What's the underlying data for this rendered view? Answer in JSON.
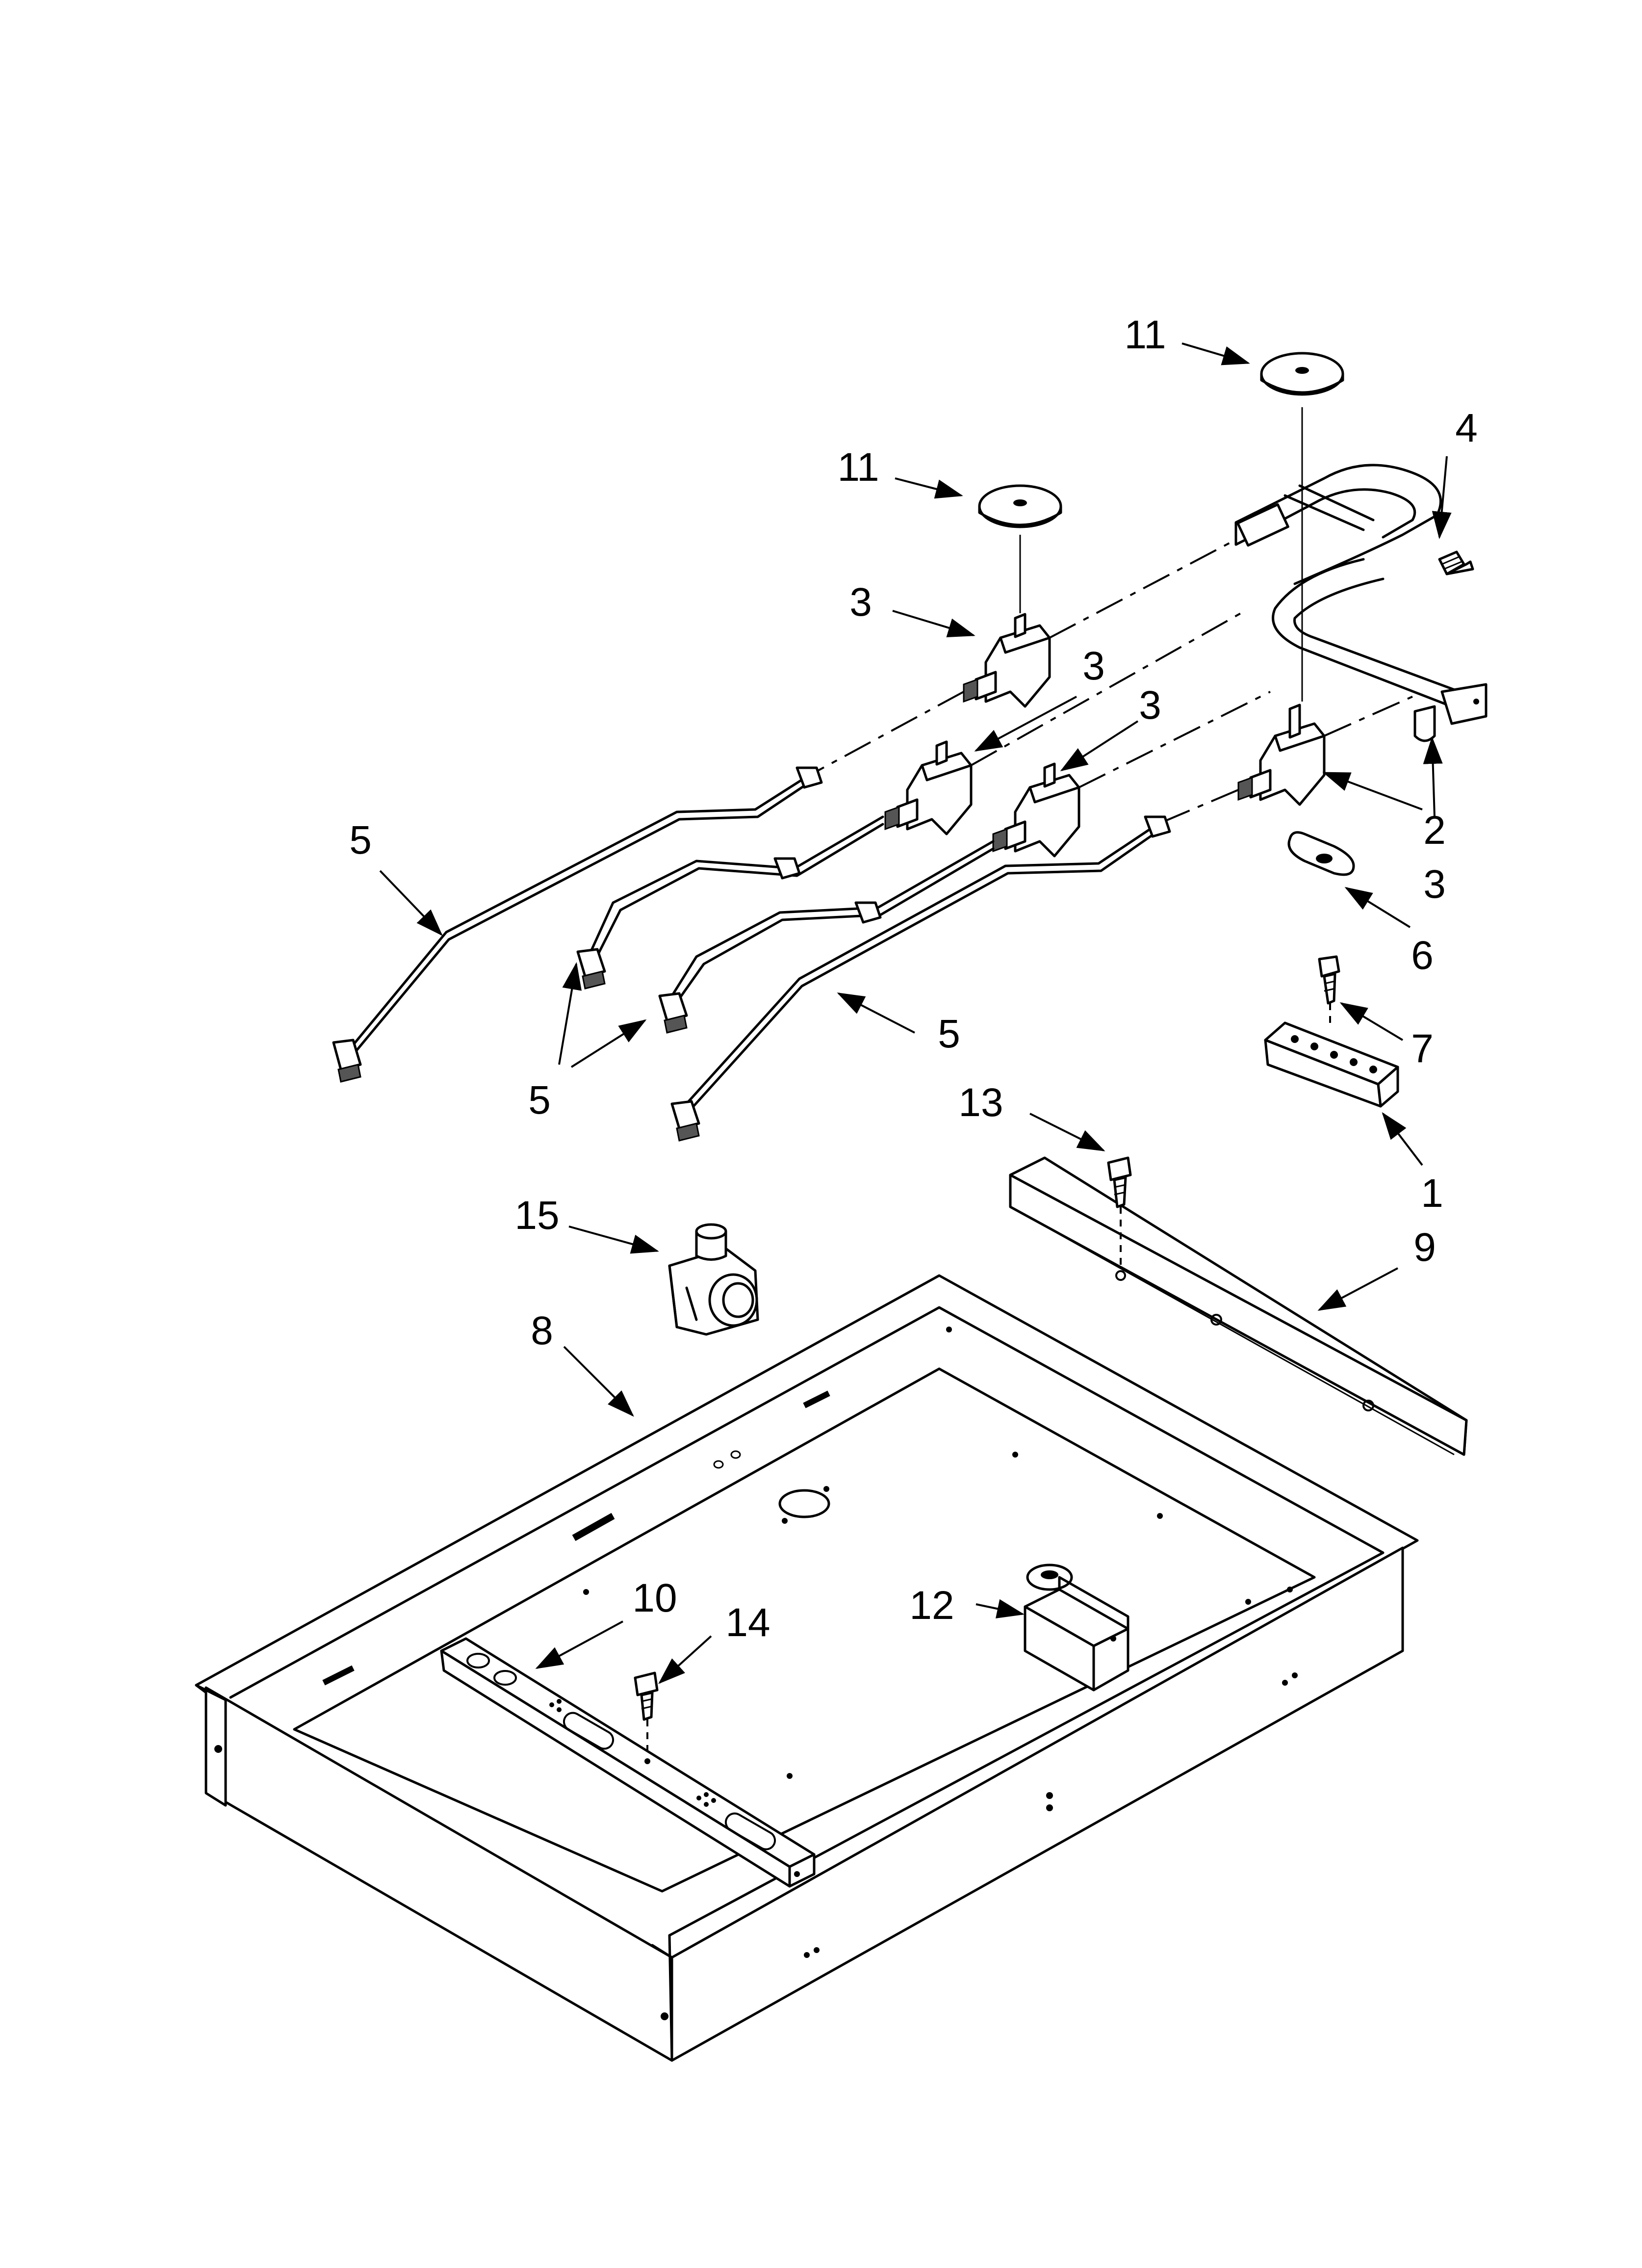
{
  "callouts": [
    {
      "id": "c11a",
      "text": "11"
    },
    {
      "id": "c11b",
      "text": "11"
    },
    {
      "id": "c4",
      "text": "4"
    },
    {
      "id": "c3a",
      "text": "3"
    },
    {
      "id": "c3b",
      "text": "3"
    },
    {
      "id": "c3c",
      "text": "3"
    },
    {
      "id": "c3d",
      "text": "3"
    },
    {
      "id": "c2",
      "text": "2"
    },
    {
      "id": "c5a",
      "text": "5"
    },
    {
      "id": "c5b",
      "text": "5"
    },
    {
      "id": "c5c",
      "text": "5"
    },
    {
      "id": "c6",
      "text": "6"
    },
    {
      "id": "c7",
      "text": "7"
    },
    {
      "id": "c1",
      "text": "1"
    },
    {
      "id": "c13",
      "text": "13"
    },
    {
      "id": "c9",
      "text": "9"
    },
    {
      "id": "c15",
      "text": "15"
    },
    {
      "id": "c8",
      "text": "8"
    },
    {
      "id": "c10",
      "text": "10"
    },
    {
      "id": "c14",
      "text": "14"
    },
    {
      "id": "c12",
      "text": "12"
    }
  ]
}
